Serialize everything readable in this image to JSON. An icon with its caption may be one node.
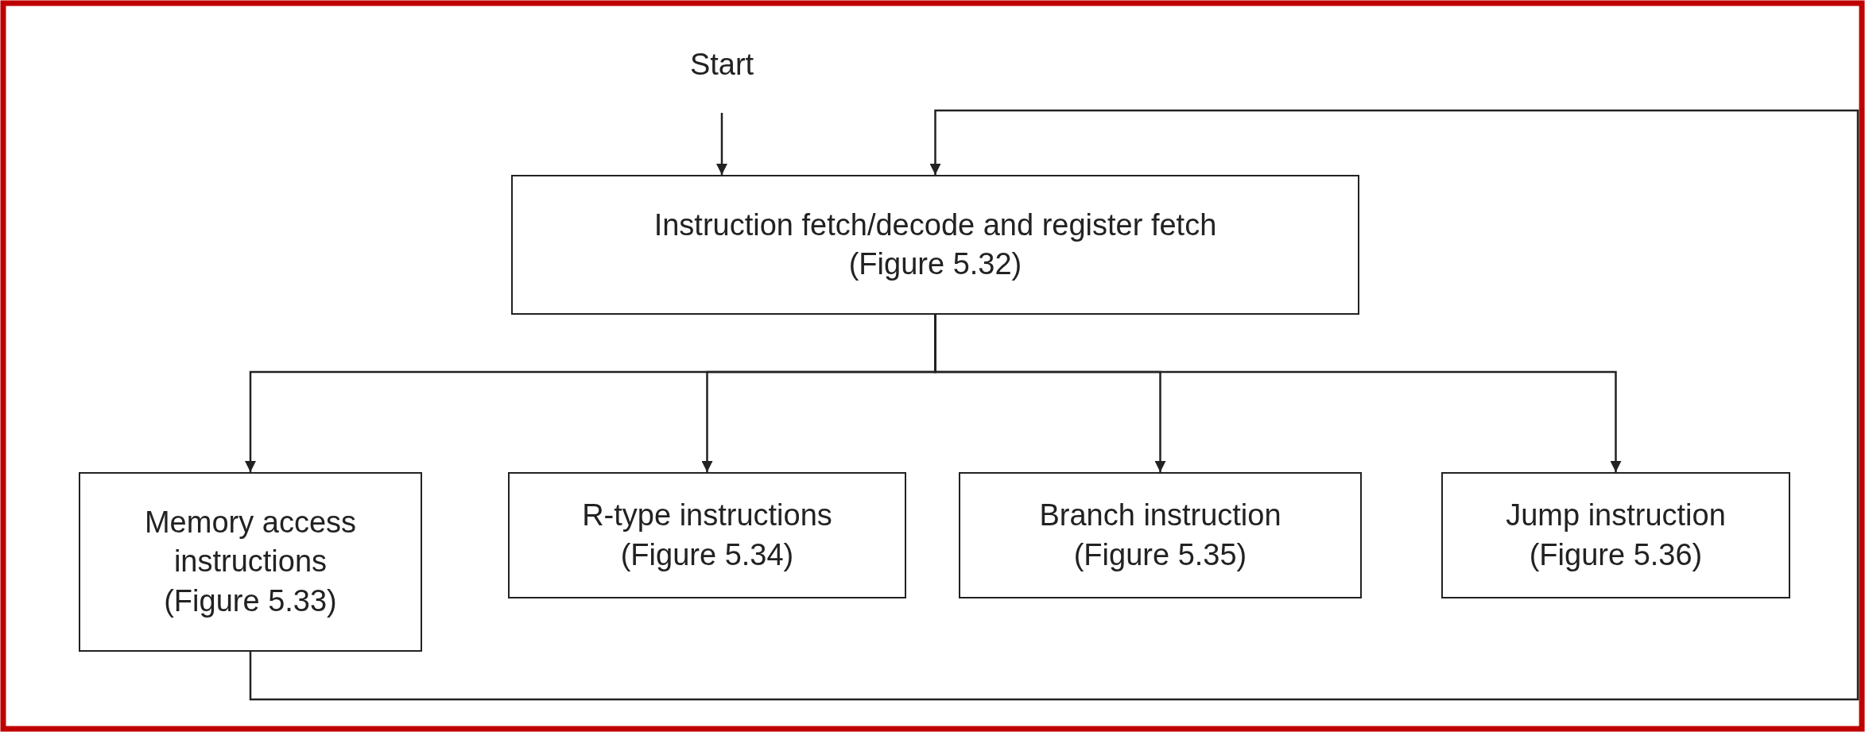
{
  "diagram": {
    "nodes": [
      {
        "text": [
          "Start"
        ]
      },
      {
        "text": [
          "Instruction fetch/decode and register fetch",
          "(Figure 5.32)"
        ]
      },
      {
        "text": [
          "Memory access instructions",
          "(Figure 5.33)"
        ]
      },
      {
        "text": [
          "R-type instructions",
          "(Figure 5.34)"
        ]
      },
      {
        "text": [
          "Branch instruction",
          "(Figure 5.35)"
        ]
      },
      {
        "text": [
          "Jump instruction",
          "(Figure 5.36)"
        ]
      }
    ],
    "edges": [
      {
        "from": 0,
        "to": 1,
        "arrow": "to"
      },
      {
        "from": 1,
        "to": 2,
        "arrow": "to"
      },
      {
        "from": 1,
        "to": 3,
        "arrow": "to"
      },
      {
        "from": 1,
        "to": 4,
        "arrow": "to"
      },
      {
        "from": 1,
        "to": 5,
        "arrow": "to"
      },
      {
        "from": 2,
        "to": 1,
        "arrow": "to"
      }
    ]
  }
}
